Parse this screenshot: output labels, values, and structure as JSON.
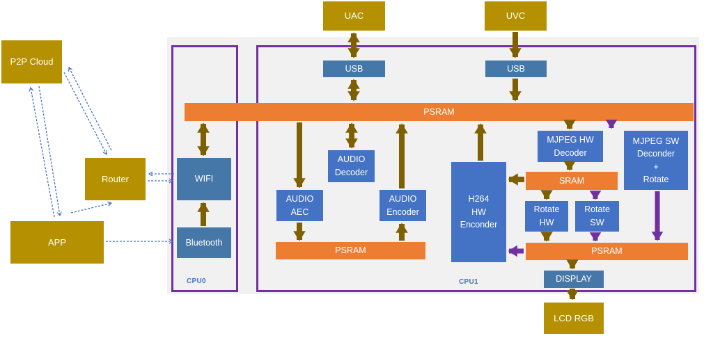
{
  "colors": {
    "gold": "#B59000",
    "olive_arrow": "#7F6000",
    "orange": "#ED7D31",
    "royal_blue": "#4472C4",
    "steel_blue": "#4577A8",
    "purple": "#7030A0",
    "dashed_arrow_blue": "#4472C4",
    "panel_gray": "#F1F1F1",
    "text_white": "#FFFFFF"
  },
  "external": {
    "p2p_cloud": "P2P Cloud",
    "router": "Router",
    "app": "APP",
    "uac": "UAC",
    "uvc": "UVC",
    "lcd_rgb": "LCD RGB"
  },
  "cpu0": {
    "label": "CPU0",
    "wifi": "WIFI",
    "bluetooth": "Bluetooth"
  },
  "cpu1": {
    "label": "CPU1",
    "usb_audio": "USB",
    "usb_video": "USB",
    "psram_main": "PSRAM",
    "psram_audio": "PSRAM",
    "psram_video": "PSRAM",
    "sram": "SRAM",
    "audio_decoder": "AUDIO\nDecoder",
    "audio_aec": "AUDIO\nAEC",
    "audio_encoder": "AUDIO\nEncoder",
    "h264_hw_encoder": "H264\nHW\nEnconder",
    "mjpeg_hw_decoder": "MJPEG HW\nDecoder",
    "mjpeg_sw_decoder": "MJPEG SW\nDeconder\n+\nRotate",
    "rotate_hw": "Rotate\nHW",
    "rotate_sw": "Rotate\nSW",
    "display": "DISPLAY"
  }
}
